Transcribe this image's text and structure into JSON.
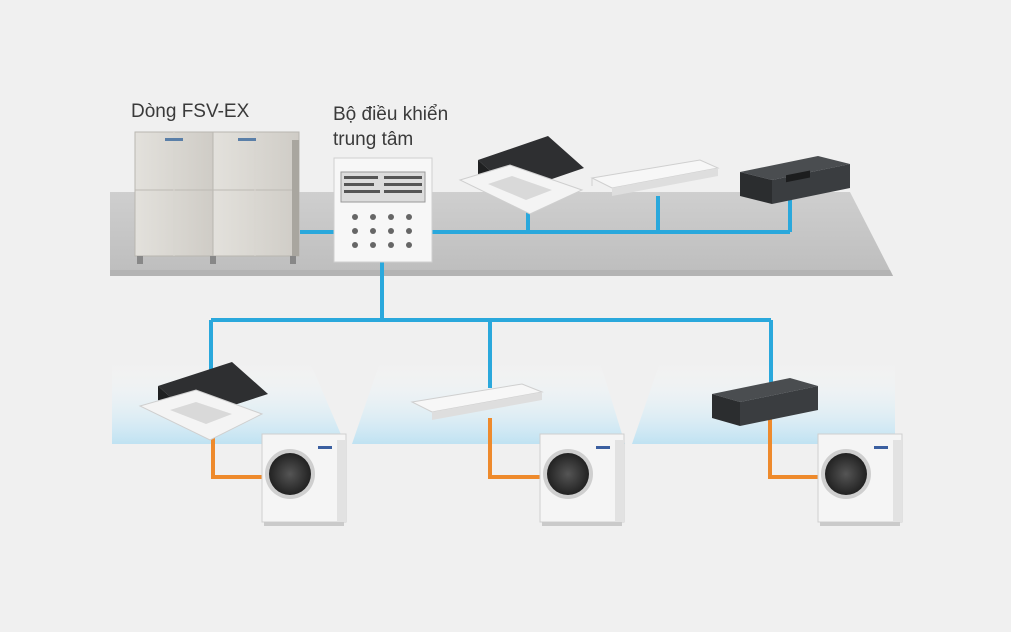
{
  "labels": {
    "fsv_series": "Dòng FSV-EX",
    "controller_line1": "Bộ điều khiển",
    "controller_line2": "trung tâm"
  },
  "colors": {
    "background": "#f0f0f0",
    "platform": "#c9c9c9",
    "control_wire": "#2aa8dc",
    "refrigerant_pipe": "#ee8a2c",
    "unit_body": "#f4f4f4",
    "duct_unit": "#3c3f42"
  },
  "icons": {
    "outdoor_vrf": "vrf-outdoor-unit-icon",
    "controller": "central-controller-icon",
    "cassette": "ceiling-cassette-icon",
    "ceiling_suspended": "ceiling-suspended-unit-icon",
    "ducted": "ducted-unit-icon",
    "split_outdoor": "outdoor-condenser-icon"
  }
}
